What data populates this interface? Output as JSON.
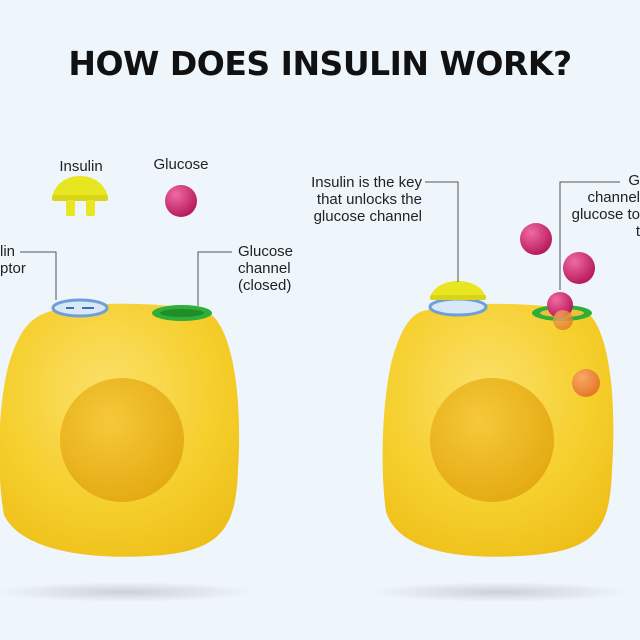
{
  "title": "HOW DOES INSULIN WORK?",
  "labels": {
    "insulin": "Insulin",
    "glucose": "Glucose",
    "insulin_receptor": "lin\nptor",
    "glucose_channel_closed": "Glucose\nchannel\n(closed)",
    "insulin_key": "Insulin is the key\nthat unlocks the\nglucose channel",
    "glucose_channel_open": "G\nchannel\nglucose to\nt"
  },
  "colors": {
    "background": "#eef5fb",
    "cell_yellow": "#f7d22e",
    "nucleus": "#eab51a",
    "insulin": "#e8e620",
    "glucose": "#c8246a",
    "channel_green": "#2fae3a",
    "receptor_blue": "#6f9fd8",
    "orange_glucose": "#f08c3a"
  }
}
